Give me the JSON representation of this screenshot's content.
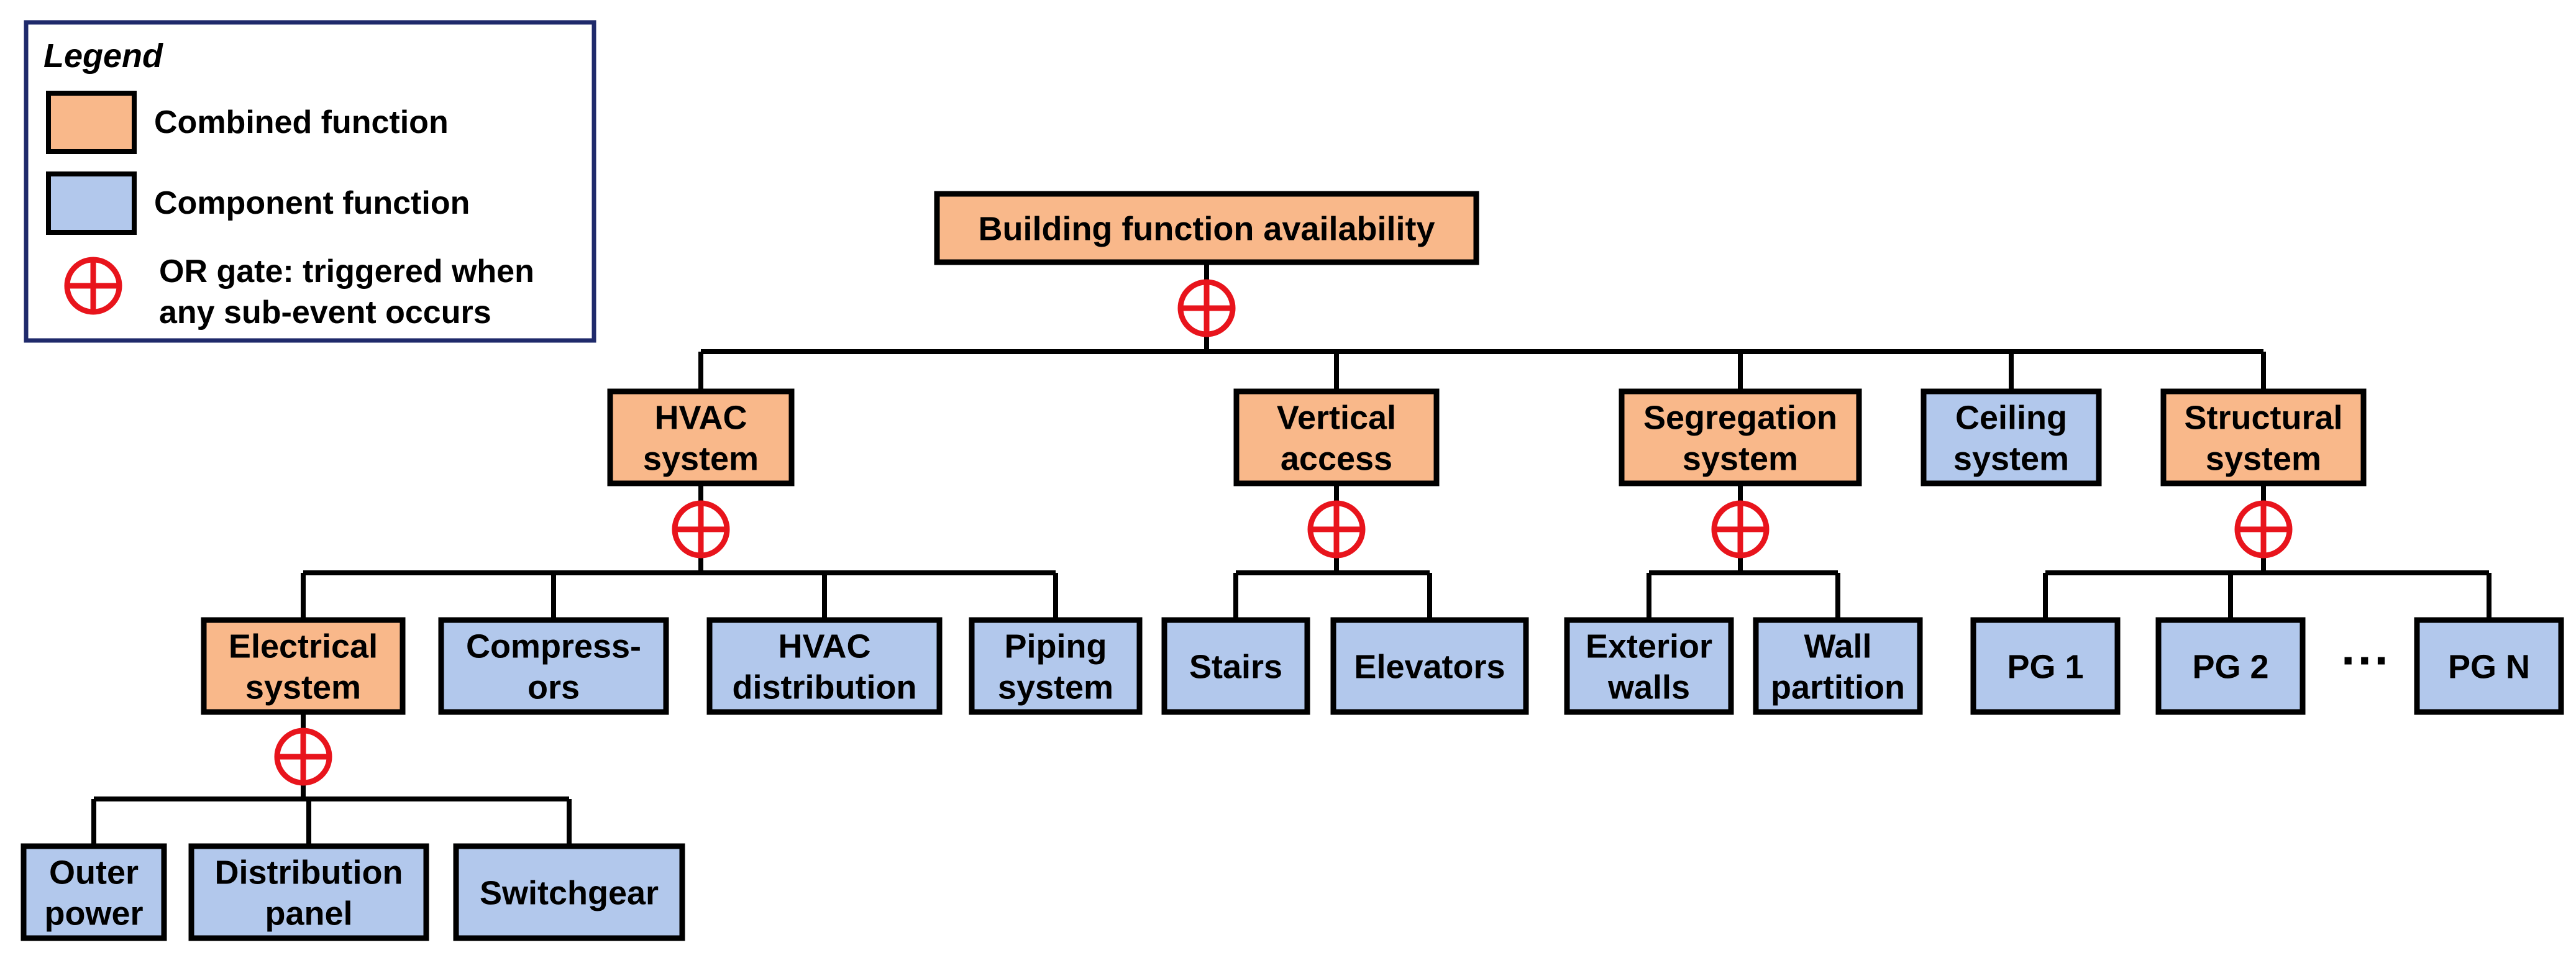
{
  "colors": {
    "combined": "#F9B88A",
    "component": "#B2C8EC",
    "gate": "#E8141C",
    "legend_border": "#1F2A6B",
    "stroke": "#000000"
  },
  "legend": {
    "title": "Legend",
    "combined_label": "Combined function",
    "component_label": "Component function",
    "gate_line1": "OR gate: triggered when",
    "gate_line2": "any sub-event occurs"
  },
  "nodes": {
    "root": {
      "lines": [
        "Building function availability"
      ],
      "kind": "combined"
    },
    "hvac": {
      "lines": [
        "HVAC",
        "system"
      ],
      "kind": "combined"
    },
    "vertical": {
      "lines": [
        "Vertical",
        "access"
      ],
      "kind": "combined"
    },
    "segregation": {
      "lines": [
        "Segregation",
        "system"
      ],
      "kind": "combined"
    },
    "ceiling": {
      "lines": [
        "Ceiling",
        "system"
      ],
      "kind": "component"
    },
    "structural": {
      "lines": [
        "Structural",
        "system"
      ],
      "kind": "combined"
    },
    "electrical": {
      "lines": [
        "Electrical",
        "system"
      ],
      "kind": "combined"
    },
    "compressors": {
      "lines": [
        "Compress-",
        "ors"
      ],
      "kind": "component"
    },
    "hvac_dist": {
      "lines": [
        "HVAC",
        "distribution"
      ],
      "kind": "component"
    },
    "piping": {
      "lines": [
        "Piping",
        "system"
      ],
      "kind": "component"
    },
    "stairs": {
      "lines": [
        "Stairs"
      ],
      "kind": "component"
    },
    "elevators": {
      "lines": [
        "Elevators"
      ],
      "kind": "component"
    },
    "ext_walls": {
      "lines": [
        "Exterior",
        "walls"
      ],
      "kind": "component"
    },
    "wall_part": {
      "lines": [
        "Wall",
        "partition"
      ],
      "kind": "component"
    },
    "pg1": {
      "lines": [
        "PG 1"
      ],
      "kind": "component"
    },
    "pg2": {
      "lines": [
        "PG 2"
      ],
      "kind": "component"
    },
    "pgn": {
      "lines": [
        "PG N"
      ],
      "kind": "component"
    },
    "outer_power": {
      "lines": [
        "Outer",
        "power"
      ],
      "kind": "component"
    },
    "dist_panel": {
      "lines": [
        "Distribution",
        "panel"
      ],
      "kind": "component"
    },
    "switchgear": {
      "lines": [
        "Switchgear"
      ],
      "kind": "component"
    }
  },
  "ellipsis": "···"
}
